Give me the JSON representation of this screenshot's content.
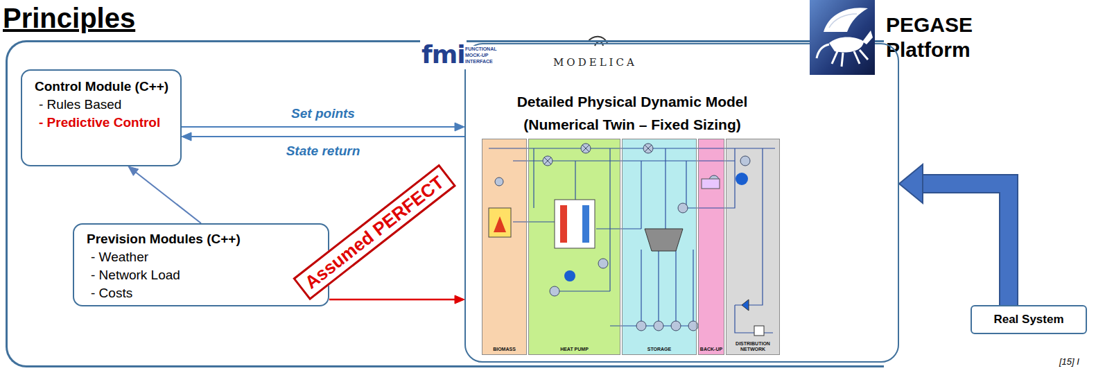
{
  "diagram": {
    "title": "Principles",
    "nodes": [
      {
        "text": [
          "PEGASE Platform"
        ]
      },
      {
        "text": [
          "Control Module (C++)",
          "- Rules Based",
          "- Predictive Control"
        ],
        "in": 0
      },
      {
        "text": [
          "Prevision Modules (C++)",
          "- Weather",
          "- Network Load",
          "- Costs"
        ],
        "in": 0
      },
      {
        "text": [
          "Detailed Physical Dynamic Model (Numerical Twin – Fixed Sizing)"
        ],
        "in": 0
      },
      {
        "text": [
          "BIOMASS"
        ],
        "in": 3
      },
      {
        "text": [
          "HEAT PUMP"
        ],
        "in": 3
      },
      {
        "text": [
          "STORAGE"
        ],
        "in": 3
      },
      {
        "text": [
          "BACK-UP"
        ],
        "in": 3
      },
      {
        "text": [
          "DISTRIBUTION NETWORK"
        ],
        "in": 3
      },
      {
        "text": [
          "Real System"
        ]
      }
    ],
    "edges": [
      {
        "from": 1,
        "to": 3,
        "label": "Set points",
        "arrow": "to"
      },
      {
        "from": 3,
        "to": 1,
        "label": "State return",
        "arrow": "to"
      },
      {
        "from": 2,
        "to": 1,
        "arrow": "to"
      },
      {
        "from": 2,
        "to": 3,
        "arrow": "to"
      },
      {
        "from": 9,
        "to": 3,
        "arrow": "to"
      }
    ],
    "labels": [
      "fmi",
      "FUNCTIONAL MOCK-UP INTERFACE",
      "MODELICA",
      "Assumed PERFECT",
      "[15] I"
    ]
  }
}
